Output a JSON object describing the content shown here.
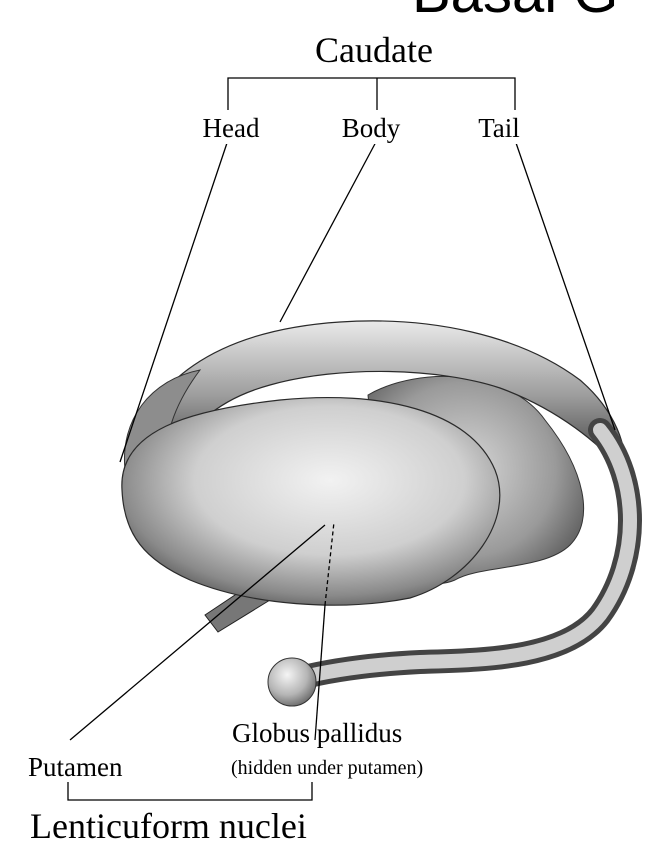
{
  "title_fragment": "Basal G",
  "caudate": {
    "label": "Caudate",
    "parts": [
      "Head",
      "Body",
      "Tail"
    ]
  },
  "lenticular": {
    "group_label": "Lenticuform nuclei",
    "putamen": "Putamen",
    "globus": "Globus pallidus",
    "globus_note": "(hidden under putamen)"
  }
}
